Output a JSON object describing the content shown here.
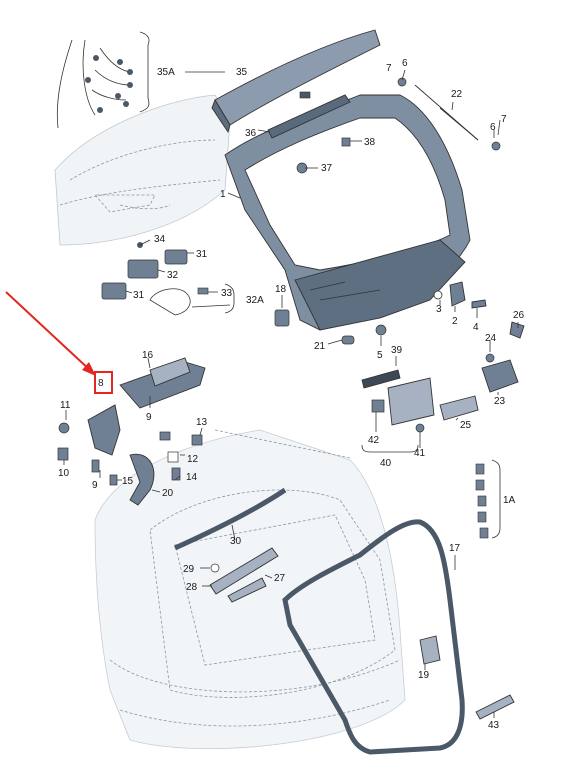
{
  "colors": {
    "part_fill": "#6f8094",
    "part_fill_light": "#a6b2c1",
    "part_dark": "#3d4956",
    "ghost_fill": "#e9edf2",
    "highlight": "#e3261f"
  },
  "highlighted_label": "8",
  "labels": {
    "l35a": "35A",
    "l35": "35",
    "l6a": "6",
    "l22": "22",
    "l7a": "7",
    "l6b": "6",
    "l7b": "7",
    "l36": "36",
    "l38": "38",
    "l37": "37",
    "l1": "1",
    "l34": "34",
    "l31a": "31",
    "l32": "32",
    "l31b": "31",
    "l33": "33",
    "l32a": "32A",
    "l18": "18",
    "l3": "3",
    "l2": "2",
    "l4": "4",
    "l26": "26",
    "l21": "21",
    "l5": "5",
    "l39": "39",
    "l24": "24",
    "l16": "16",
    "l8": "8",
    "l23": "23",
    "l11": "11",
    "l9a": "9",
    "l13": "13",
    "l10": "10",
    "l12": "12",
    "l42": "42",
    "l41": "41",
    "l25": "25",
    "l40": "40",
    "l9b": "9",
    "l15": "15",
    "l14": "14",
    "l20": "20",
    "l1a": "1A",
    "l17": "17",
    "l30": "30",
    "l29": "29",
    "l28": "28",
    "l27": "27",
    "l19": "19",
    "l43": "43"
  }
}
